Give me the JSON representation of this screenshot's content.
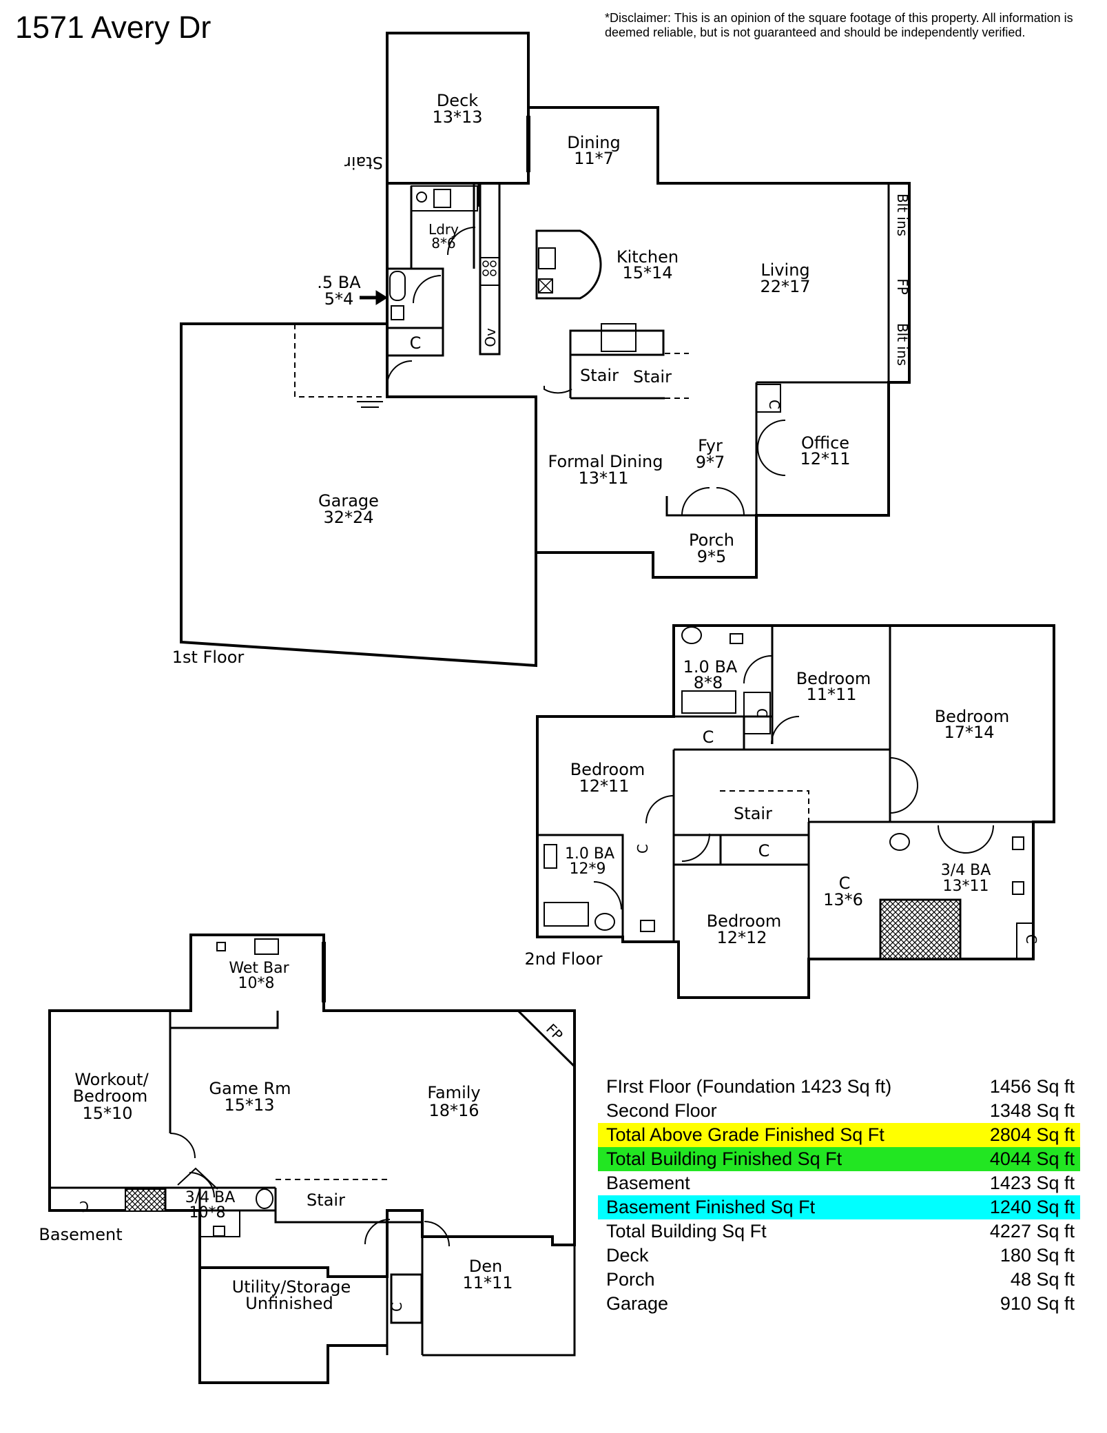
{
  "title": "1571 Avery Dr",
  "disclaimer": "*Disclaimer: This is an opinion of the square footage of this property. All information is deemed reliable, but is not guaranteed and should be independently verified.",
  "floors": {
    "first": {
      "label": "1st Floor",
      "rooms": {
        "deck": {
          "name": "Deck",
          "dims": "13*13"
        },
        "dining": {
          "name": "Dining",
          "dims": "11*7"
        },
        "laundry": {
          "name": "Ldry",
          "dims": "8*6"
        },
        "kitchen": {
          "name": "Kitchen",
          "dims": "15*14"
        },
        "living": {
          "name": "Living",
          "dims": "22*17"
        },
        "half_bath": {
          "name": ".5 BA",
          "dims": "5*4"
        },
        "garage": {
          "name": "Garage",
          "dims": "32*24"
        },
        "formal_dining": {
          "name": "Formal Dining",
          "dims": "13*11"
        },
        "foyer": {
          "name": "Fyr",
          "dims": "9*7"
        },
        "office": {
          "name": "Office",
          "dims": "12*11"
        },
        "porch": {
          "name": "Porch",
          "dims": "9*5"
        }
      },
      "labels": {
        "stair_rot": "Stair",
        "stair_a": "Stair",
        "stair_b": "Stair",
        "closet_a": "C",
        "closet_b": "C",
        "oven": "Ov",
        "built_ins_top": "Blt ins",
        "fireplace": "FP",
        "built_ins_bottom": "Blt ins"
      }
    },
    "second": {
      "label": "2nd Floor",
      "rooms": {
        "bath_a": {
          "name": "1.0 BA",
          "dims": "8*8"
        },
        "bedroom_a": {
          "name": "Bedroom",
          "dims": "11*11"
        },
        "bedroom_b": {
          "name": "Bedroom",
          "dims": "17*14"
        },
        "bedroom_c": {
          "name": "Bedroom",
          "dims": "12*11"
        },
        "bath_b": {
          "name": "1.0 BA",
          "dims": "12*9"
        },
        "bedroom_d": {
          "name": "Bedroom",
          "dims": "12*12"
        },
        "closet_big": {
          "name": "C",
          "dims": "13*6"
        },
        "bath_c": {
          "name": "3/4 BA",
          "dims": "13*11"
        }
      },
      "labels": {
        "stair": "Stair",
        "closet_a": "C",
        "closet_b": "C",
        "closet_c": "C",
        "closet_d": "C",
        "closet_e": "C"
      }
    },
    "basement": {
      "label": "Basement",
      "rooms": {
        "wet_bar": {
          "name": "Wet  Bar",
          "dims": "10*8"
        },
        "workout": {
          "name1": "Workout/",
          "name2": "Bedroom",
          "dims": "15*10"
        },
        "game_room": {
          "name": "Game Rm",
          "dims": "15*13"
        },
        "family": {
          "name": "Family",
          "dims": "18*16"
        },
        "bath": {
          "name": "3/4 BA",
          "dims": "10*8"
        },
        "utility": {
          "name1": "Utility/Storage",
          "name2": "Unfinished"
        },
        "den": {
          "name": "Den",
          "dims": "11*11"
        }
      },
      "labels": {
        "stair": "Stair",
        "fireplace": "FP",
        "closet_a": "C",
        "closet_b": "C"
      }
    }
  },
  "summary": [
    {
      "label": "FIrst Floor (Foundation 1423 Sq ft)",
      "value": "1456 Sq ft",
      "highlight": ""
    },
    {
      "label": "Second Floor",
      "value": "1348 Sq ft",
      "highlight": ""
    },
    {
      "label": "Total Above Grade Finished Sq Ft",
      "value": "2804 Sq ft",
      "highlight": "#ffff00"
    },
    {
      "label": "Total Building Finished Sq Ft",
      "value": "4044 Sq ft",
      "highlight": "#22e622"
    },
    {
      "label": "Basement",
      "value": "1423 Sq ft",
      "highlight": ""
    },
    {
      "label": "Basement Finished Sq Ft",
      "value": "1240 Sq ft",
      "highlight": "#00ffff"
    },
    {
      "label": "Total Building Sq Ft",
      "value": "4227 Sq ft",
      "highlight": ""
    },
    {
      "label": "Deck",
      "value": "180 Sq ft",
      "highlight": ""
    },
    {
      "label": "Porch",
      "value": "48 Sq ft",
      "highlight": ""
    },
    {
      "label": "Garage",
      "value": "910 Sq ft",
      "highlight": ""
    }
  ]
}
